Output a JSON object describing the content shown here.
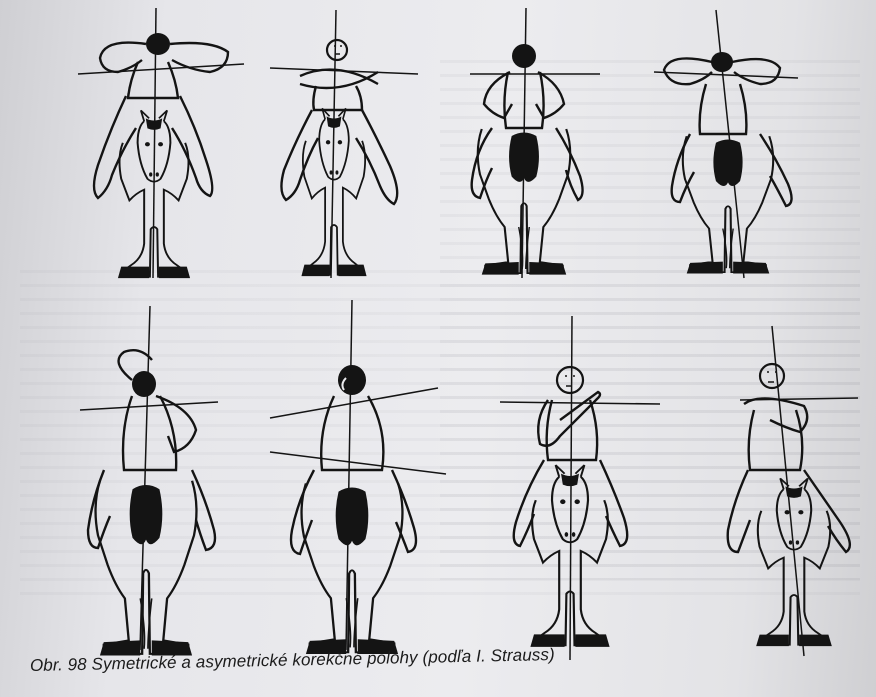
{
  "caption": "Obr. 98 Symetrické a asymetrické korekčné polohy (podľa I. Strauss)",
  "illustrations": [
    {
      "row": 1,
      "index": 1,
      "view": "front"
    },
    {
      "row": 1,
      "index": 2,
      "view": "front"
    },
    {
      "row": 1,
      "index": 3,
      "view": "back"
    },
    {
      "row": 1,
      "index": 4,
      "view": "back"
    },
    {
      "row": 2,
      "index": 1,
      "view": "back"
    },
    {
      "row": 2,
      "index": 2,
      "view": "back"
    },
    {
      "row": 2,
      "index": 3,
      "view": "front"
    },
    {
      "row": 2,
      "index": 4,
      "view": "front"
    }
  ],
  "colors": {
    "ink": "#141414",
    "paper": "#ebebee"
  }
}
